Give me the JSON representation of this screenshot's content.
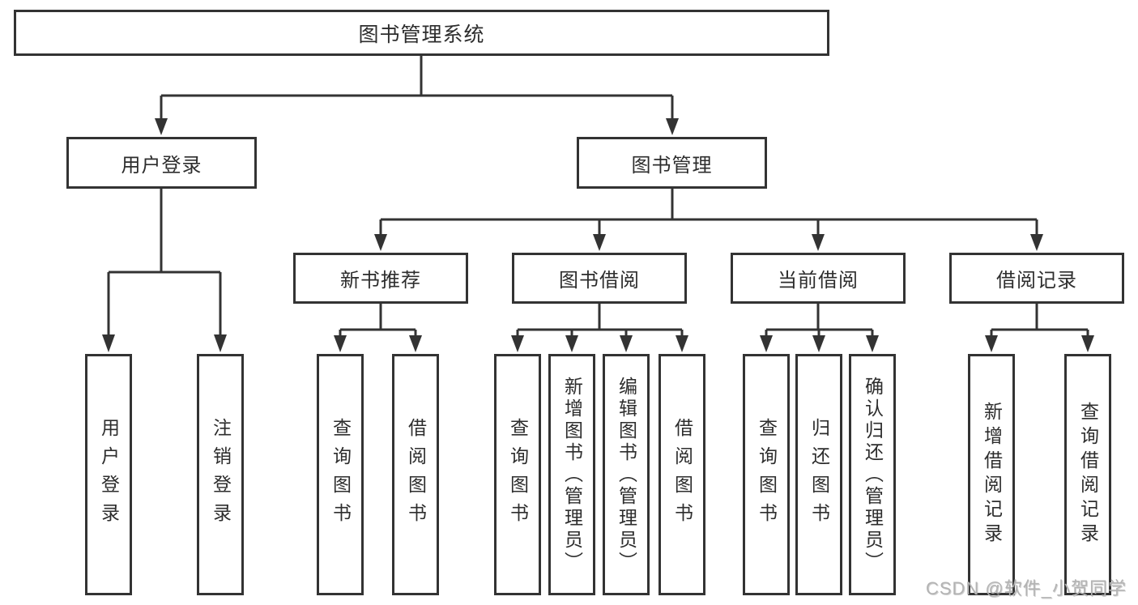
{
  "diagram": {
    "root": {
      "label": "图书管理系统"
    },
    "level2": [
      {
        "label": "用户登录"
      },
      {
        "label": "图书管理"
      }
    ],
    "level3": [
      {
        "label": "新书推荐"
      },
      {
        "label": "图书借阅"
      },
      {
        "label": "当前借阅"
      },
      {
        "label": "借阅记录"
      }
    ],
    "leaves": [
      {
        "label": "用户登录"
      },
      {
        "label": "注销登录"
      },
      {
        "label": "查询图书"
      },
      {
        "label": "借阅图书"
      },
      {
        "label": "查询图书"
      },
      {
        "label": "新增图书（管理员）"
      },
      {
        "label": "编辑图书（管理员）"
      },
      {
        "label": "借阅图书"
      },
      {
        "label": "查询图书"
      },
      {
        "label": "归还图书"
      },
      {
        "label": "确认归还（管理员）"
      },
      {
        "label": "新增借阅记录"
      },
      {
        "label": "查询借阅记录"
      }
    ]
  },
  "watermark": {
    "text": "CSDN @软件_小贺同学"
  },
  "colors": {
    "line": "#333333",
    "text": "#2d2d2d",
    "watermark": "#b3b3b3",
    "background": "#ffffff"
  }
}
